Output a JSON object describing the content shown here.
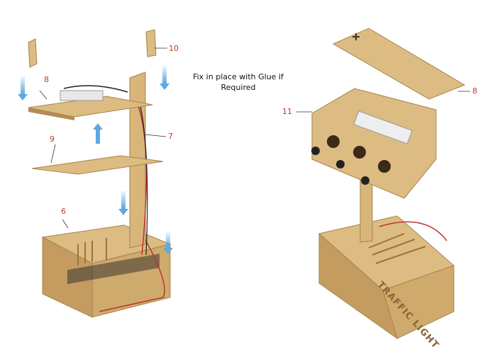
{
  "note": {
    "line1": "Fix in place with Glue if",
    "line2": "Required"
  },
  "labels": {
    "part6": "6",
    "part7": "7",
    "part8_left": "8",
    "part9": "9",
    "part10": "10",
    "part11": "11",
    "part8_right": "8"
  },
  "base_engraving": "TRAFFIC LIGHT",
  "colors": {
    "wood": "#dcbc82",
    "wood_edge": "#a9834c",
    "label": "#c0392b",
    "arrow": "#5fa8e0"
  }
}
